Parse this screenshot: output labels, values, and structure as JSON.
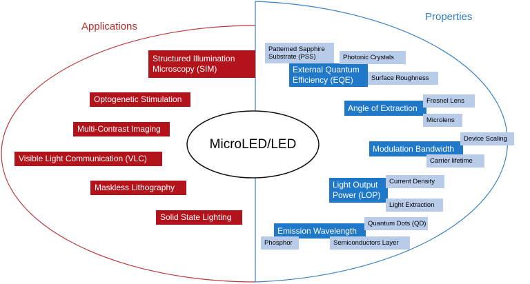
{
  "headings": {
    "applications": "Applications",
    "properties": "Properties"
  },
  "center_label": "MicroLED/LED",
  "applications": [
    "Structured Illumination\nMicroscopy (SIM)",
    "Optogenetic Stimulation",
    "Multi-Contrast Imaging",
    "Visible Light Communication (VLC)",
    "Maskless Lithography",
    "Solid State Lighting"
  ],
  "properties": [
    {
      "label": "External Quantum\nEfficiency (EQE)",
      "factors": [
        "Patterned Sapphire\nSubstrate (PSS)",
        "Photonic Crystals",
        "Surface Roughness"
      ]
    },
    {
      "label": "Angle of Extraction",
      "factors": [
        "Fresnel Lens",
        "Microlens"
      ]
    },
    {
      "label": "Modulation Bandwidth",
      "factors": [
        "Device Scaling",
        "Carrier lifetime"
      ]
    },
    {
      "label": "Light Output\nPower (LOP)",
      "factors": [
        "Current Density",
        "Light Extraction"
      ]
    },
    {
      "label": "Emission Wavelength",
      "factors": [
        "Quantum Dots (QD)",
        "Phosphor",
        "Semiconductors Layer"
      ]
    }
  ],
  "colors": {
    "app_fill": "#b3131a",
    "app_outline": "#c0393b",
    "prop_fill": "#1f78c8",
    "prop_outline": "#3a83c4",
    "factor_fill": "#b8cbe8"
  }
}
